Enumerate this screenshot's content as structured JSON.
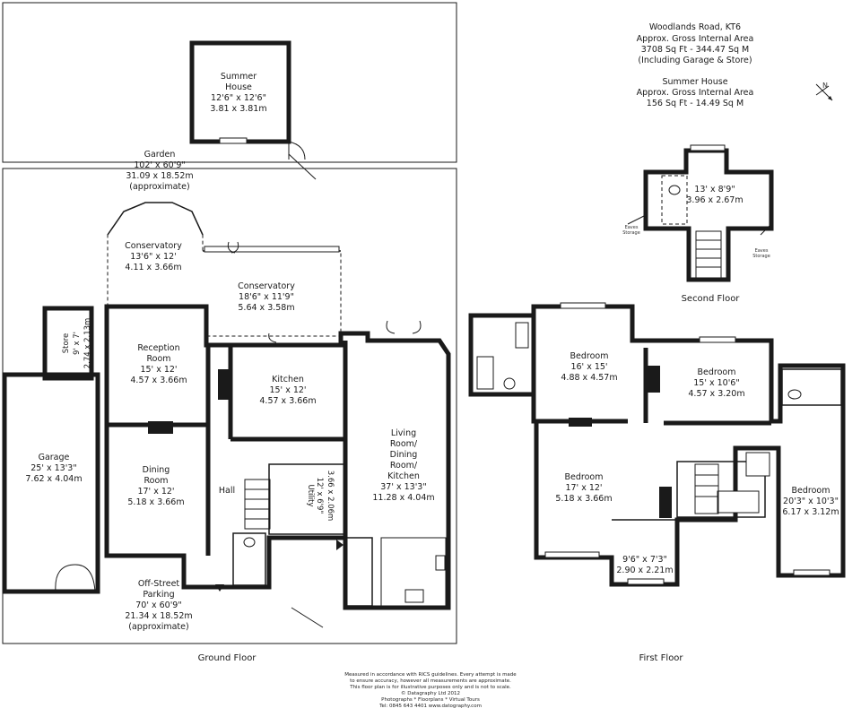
{
  "header": {
    "address": "Woodlands Road, KT6",
    "gia_label": "Approx. Gross Internal Area",
    "gia_value": "3708 Sq Ft  -  344.47 Sq M",
    "gia_note": "(Including Garage & Store)",
    "summer_title": "Summer House",
    "summer_gia_label": "Approx. Gross Internal Area",
    "summer_gia_value": "156 Sq Ft  -  14.49 Sq M"
  },
  "compass_label": "N",
  "ground_rooms": {
    "summer_house": {
      "name": [
        "Summer",
        "House"
      ],
      "dims": [
        "12'6\" x 12'6\"",
        "3.81 x 3.81m"
      ]
    },
    "garden": {
      "name": [
        "Garden"
      ],
      "dims": [
        "102' x 60'9\"",
        "31.09 x 18.52m",
        "(approximate)"
      ]
    },
    "conservatory1": {
      "name": [
        "Conservatory"
      ],
      "dims": [
        "13'6\" x 12'",
        "4.11 x 3.66m"
      ]
    },
    "conservatory2": {
      "name": [
        "Conservatory"
      ],
      "dims": [
        "18'6\" x 11'9\"",
        "5.64 x 3.58m"
      ]
    },
    "store": {
      "name": "Store",
      "dims": "9' x 7'",
      "dims_m": "2.74 x 2.13m"
    },
    "reception": {
      "name": [
        "Reception",
        "Room"
      ],
      "dims": [
        "15' x 12'",
        "4.57 x 3.66m"
      ]
    },
    "kitchen": {
      "name": [
        "Kitchen"
      ],
      "dims": [
        "15' x 12'",
        "4.57 x 3.66m"
      ]
    },
    "living": {
      "name": [
        "Living",
        "Room/",
        "Dining",
        "Room/",
        "Kitchen"
      ],
      "dims": [
        "37' x 13'3\"",
        "11.28 x 4.04m"
      ]
    },
    "garage": {
      "name": [
        "Garage"
      ],
      "dims": [
        "25' x 13'3\"",
        "7.62 x 4.04m"
      ]
    },
    "dining": {
      "name": [
        "Dining",
        "Room"
      ],
      "dims": [
        "17' x 12'",
        "5.18 x 3.66m"
      ]
    },
    "hall": {
      "name": [
        "Hall"
      ]
    },
    "utility": {
      "name": "Utility",
      "dims": "12' x 6'9\"",
      "dims_m": "3.66 x 2.06m"
    },
    "parking": {
      "name": [
        "Off-Street",
        "Parking"
      ],
      "dims": [
        "70' x 60'9\"",
        "21.34 x 18.52m",
        "(approximate)"
      ]
    }
  },
  "second_rooms": {
    "attic": {
      "dims": [
        "13' x 8'9\"",
        "3.96 x 2.67m"
      ]
    },
    "eaves_left": [
      "Eaves",
      "Storage"
    ],
    "eaves_right": [
      "Eaves",
      "Storage"
    ]
  },
  "first_rooms": {
    "bed1": {
      "name": [
        "Bedroom"
      ],
      "dims": [
        "16' x 15'",
        "4.88 x 4.57m"
      ]
    },
    "bed2": {
      "name": [
        "Bedroom"
      ],
      "dims": [
        "15' x 10'6\"",
        "4.57 x 3.20m"
      ]
    },
    "bed3": {
      "name": [
        "Bedroom"
      ],
      "dims": [
        "17' x 12'",
        "5.18 x 3.66m"
      ]
    },
    "bed4": {
      "name": [
        "Bedroom"
      ],
      "dims": [
        "20'3\" x 10'3\"",
        "6.17 x 3.12m"
      ]
    },
    "bed5": {
      "dims": [
        "9'6\" x 7'3\"",
        "2.90 x 2.21m"
      ]
    }
  },
  "captions": {
    "ground": "Ground Floor",
    "first": "First Floor",
    "second": "Second Floor"
  },
  "footer": [
    "Measured in accordance with RICS guidelines. Every attempt is made",
    "to ensure accuracy, however all measurements are approximate.",
    "This floor plan is for illustrative purposes only and is not to scale.",
    "© Datagraphy Ltd 2012",
    "Photographs * Floorplans * Virtual Tours",
    "Tel: 0845 643 4401  www.datography.com"
  ]
}
